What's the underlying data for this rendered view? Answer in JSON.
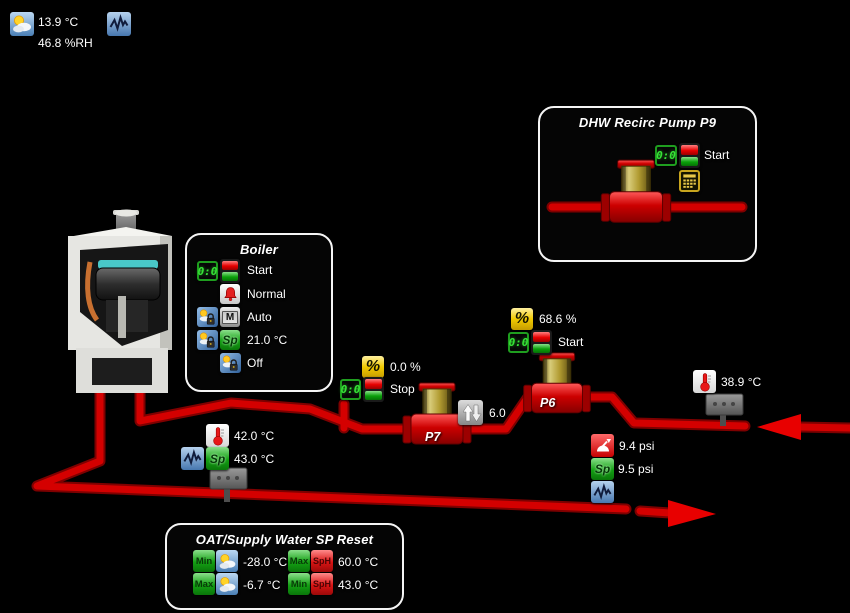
{
  "outdoor": {
    "temperature": "13.9 °C",
    "humidity": "46.8 %RH"
  },
  "glyphs": {
    "timer": "0:0",
    "percent": "%",
    "setpoint": "Sp",
    "setpoint_high": "SpH",
    "min": "Min",
    "max": "Max",
    "mode_manual": "M"
  },
  "dhw_pump_panel": {
    "title": "DHW Recirc Pump P9",
    "status": "Start"
  },
  "boiler_panel": {
    "title": "Boiler",
    "status": "Start",
    "alarm": "Normal",
    "mode": "Auto",
    "setpoint": "21.0 °C",
    "occupancy": "Off"
  },
  "pump_p7": {
    "label": "P7",
    "speed": "0.0 %",
    "status": "Stop"
  },
  "pump_p6": {
    "label": "P6",
    "speed": "68.6 %",
    "status": "Start"
  },
  "differential": {
    "value": "6.0"
  },
  "supply_water": {
    "temperature": "42.0 °C",
    "setpoint": "43.0 °C"
  },
  "return_water": {
    "temperature": "38.9 °C"
  },
  "system_pressure": {
    "value": "9.4 psi",
    "setpoint": "9.5 psi"
  },
  "oat_reset_panel": {
    "title": "OAT/Supply Water SP Reset",
    "oat_min": "-28.0 °C",
    "oat_max": "-6.7 °C",
    "sp_max": "60.0 °C",
    "sp_min": "43.0 °C"
  },
  "colors": {
    "pipe": "#d40000",
    "pipe_dark": "#8f0000",
    "panel_border": "#f5f5f5"
  }
}
